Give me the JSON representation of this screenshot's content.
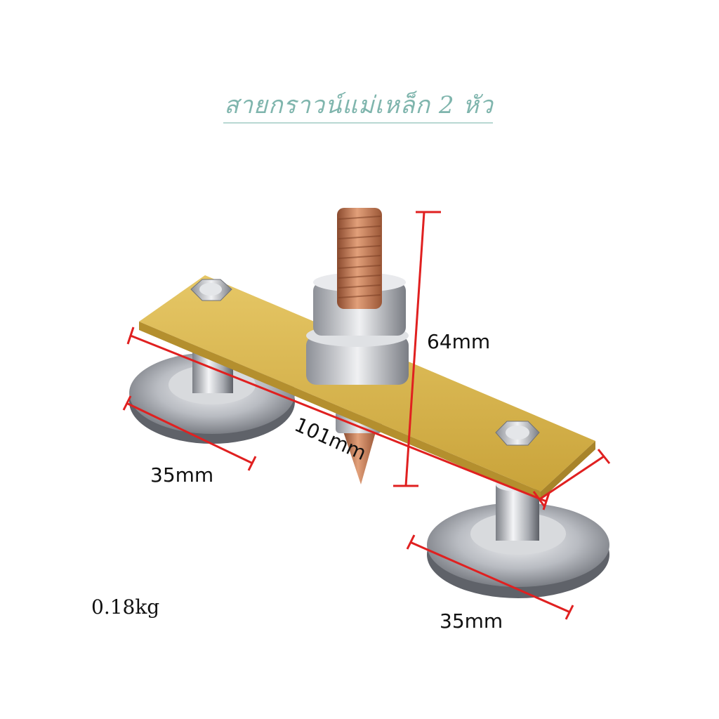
{
  "title": "สายกราวน์แม่เหล็ก 2 หัว",
  "dimensions": {
    "height": "64mm",
    "length": "101mm",
    "magnet_left": "35mm",
    "magnet_right": "35mm"
  },
  "weight": "0.18kg",
  "colors": {
    "title": "#7fb5ad",
    "measure_lines": "#e02020",
    "fiber_board": "#d9b64a",
    "copper": "#c8785a",
    "steel": "#c9ccd1"
  }
}
